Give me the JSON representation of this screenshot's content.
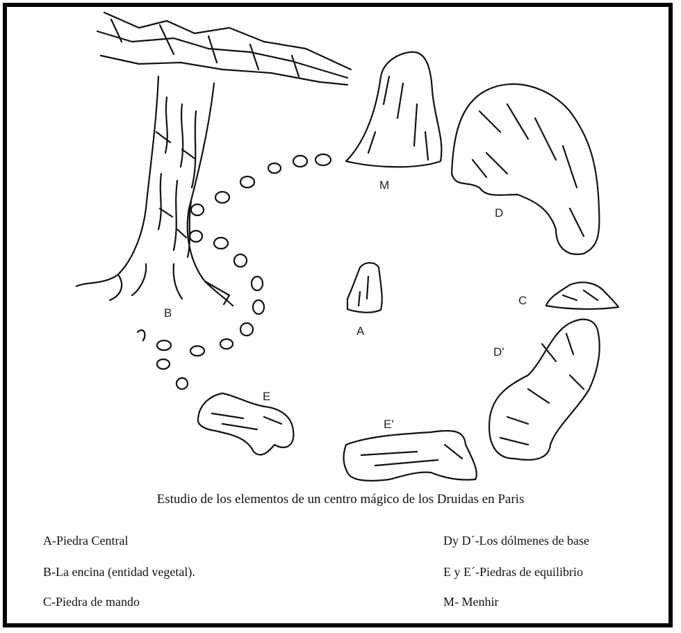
{
  "diagram": {
    "labels": {
      "A": "A",
      "B": "B",
      "C": "C",
      "D": "D",
      "D_prime": "D'",
      "E": "E",
      "E_prime": "E'",
      "M": "M"
    },
    "caption": "Estudio de los elementos de un centro mágico de los Druidas en Paris",
    "legend_left": [
      "A-Piedra Central",
      "B-La encina (entidad vegetal).",
      "C-Piedra de mando"
    ],
    "legend_right": [
      "Dy D´-Los dólmenes de base",
      "E y E´-Piedras de equilibrio",
      "M- Menhir"
    ],
    "ink_color": "#111111"
  }
}
